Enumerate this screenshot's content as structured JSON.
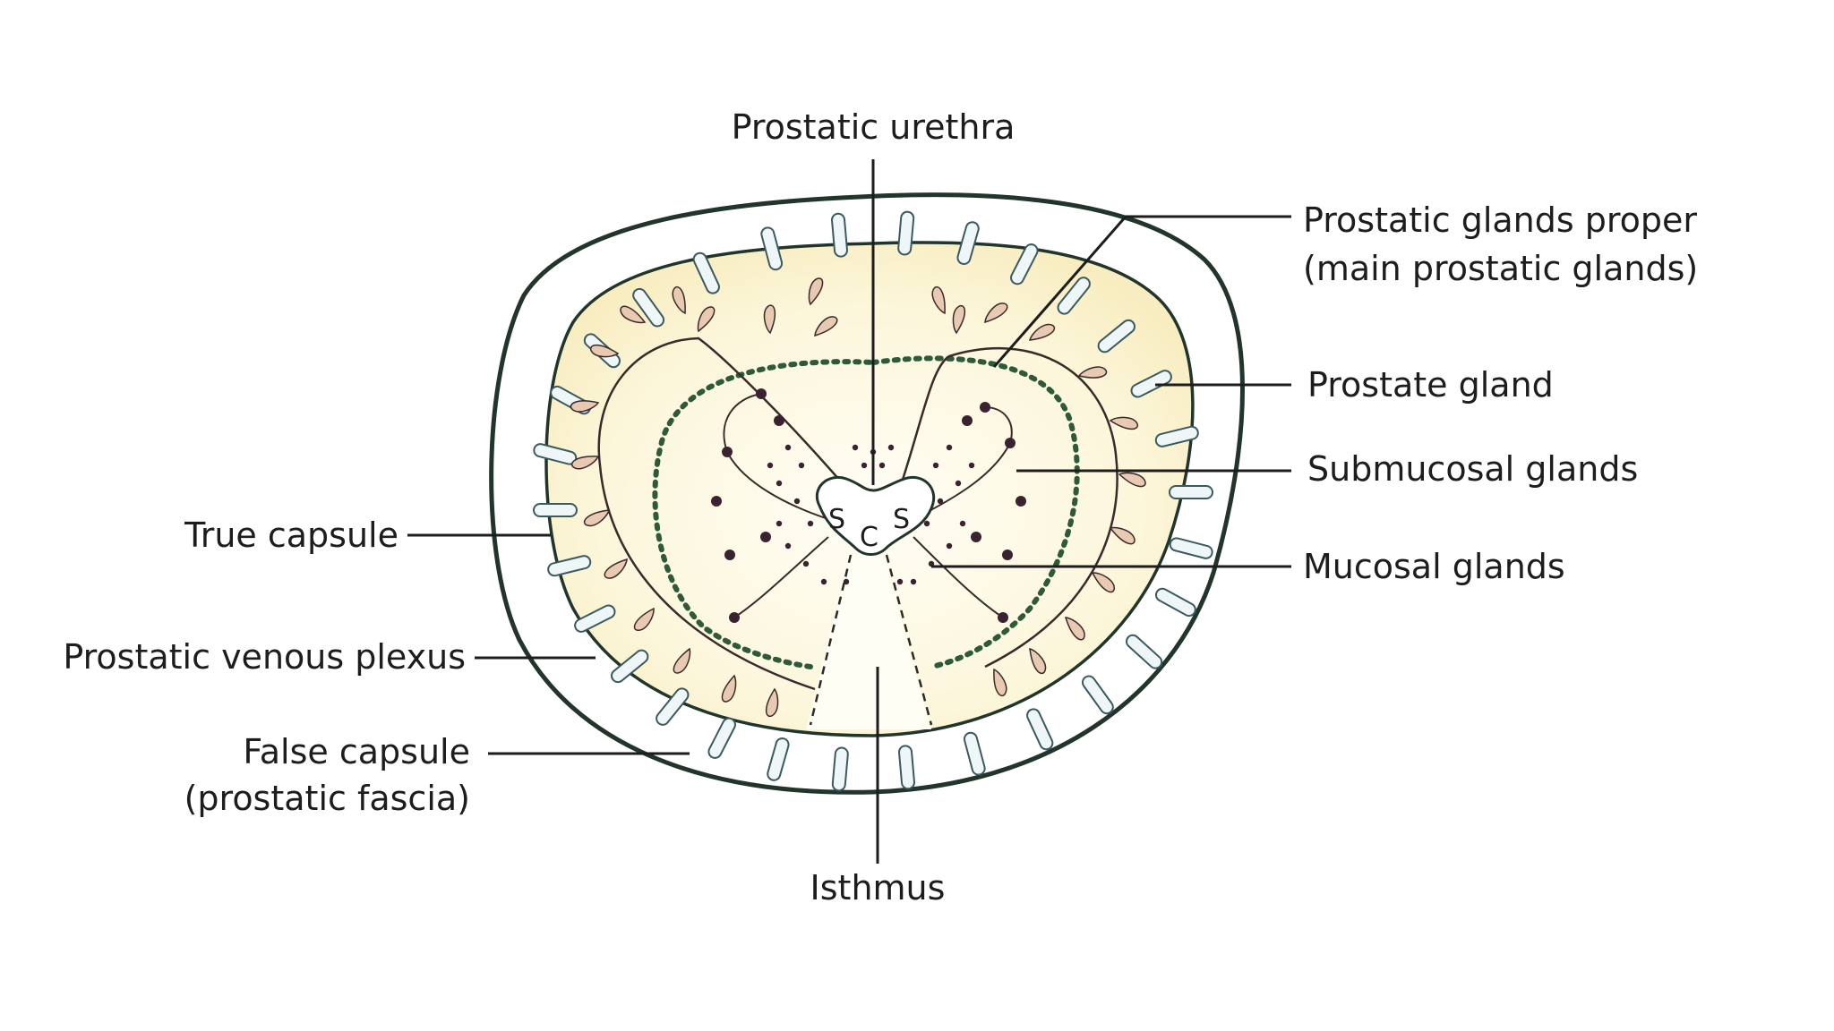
{
  "labels": {
    "prostatic_urethra": "Prostatic urethra",
    "glands_proper_1": "Prostatic glands proper",
    "glands_proper_2": "(main prostatic glands)",
    "prostate_gland": "Prostate gland",
    "submucosal_glands": "Submucosal glands",
    "mucosal_glands": "Mucosal glands",
    "true_capsule": "True capsule",
    "venous_plexus": "Prostatic venous plexus",
    "false_capsule_1": "False capsule",
    "false_capsule_2": "(prostatic fascia)",
    "isthmus": "Isthmus"
  },
  "urethra_letters": {
    "left": "S",
    "center": "C",
    "right": "S"
  },
  "colors": {
    "outline": "#21352b",
    "gland_fill": "#fbf4d2",
    "gland_center": "#fefdf2",
    "dotted_zone": "#2f5a3a",
    "vein_fill": "#eef6f7",
    "vein_stroke": "#3b5a60",
    "duct": "#3a2a2a",
    "gland_bud": "#e8c9b2",
    "mucosal_dot": "#3a2330"
  }
}
